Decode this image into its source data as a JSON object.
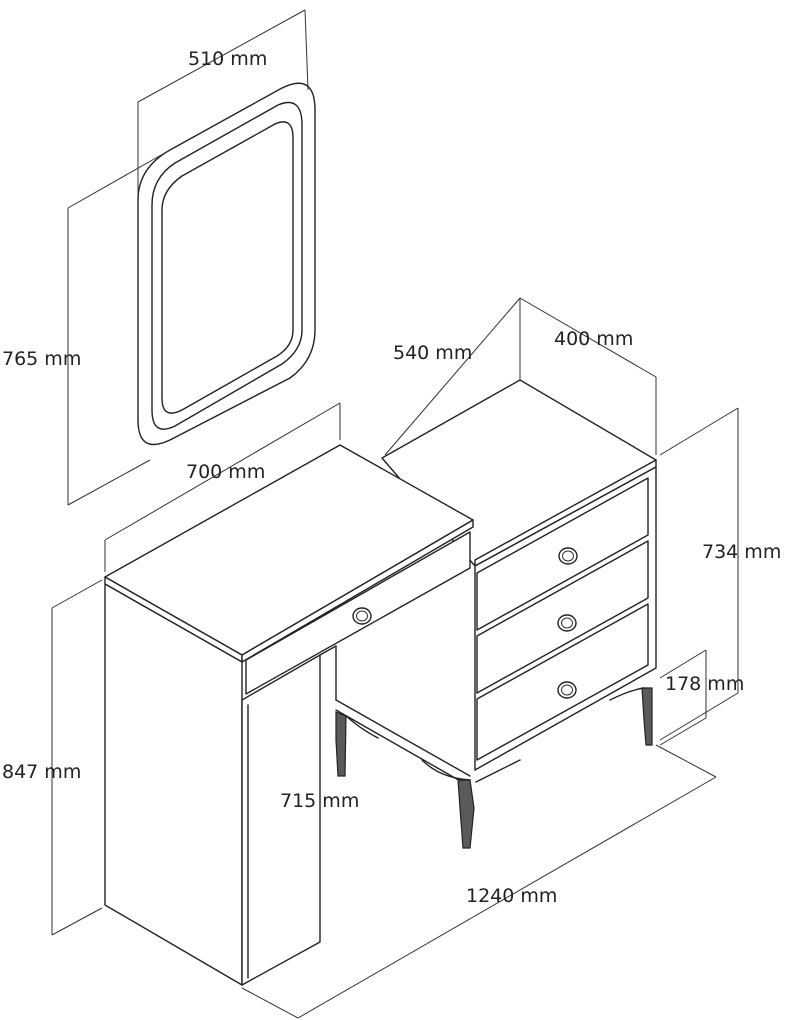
{
  "dimensions": {
    "mirror_width": "510 mm",
    "mirror_height": "765 mm",
    "top_depth": "540 mm",
    "chest_depth": "400 mm",
    "desk_width": "700 mm",
    "chest_height": "734 mm",
    "leg_height": "178 mm",
    "total_height": "847 mm",
    "knee_height": "715 mm",
    "total_width": "1240 mm"
  }
}
